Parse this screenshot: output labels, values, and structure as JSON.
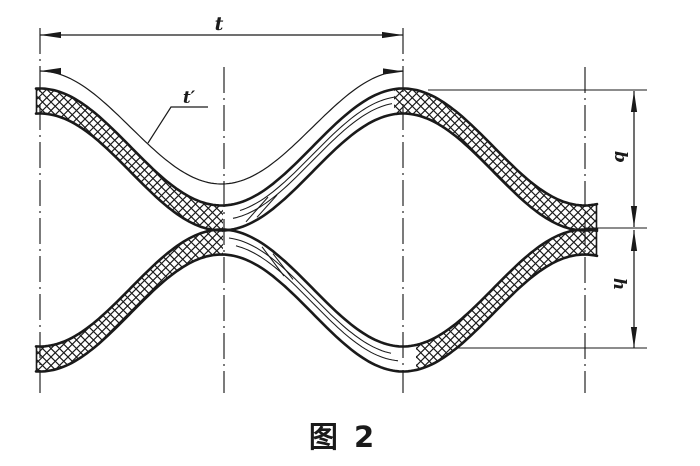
{
  "caption": "图 2",
  "labels": {
    "pitch": "t",
    "developed_length": "t′",
    "height_b": "b",
    "height_h": "h"
  },
  "colors": {
    "ink": "#1a1a1a",
    "paper": "#ffffff"
  }
}
